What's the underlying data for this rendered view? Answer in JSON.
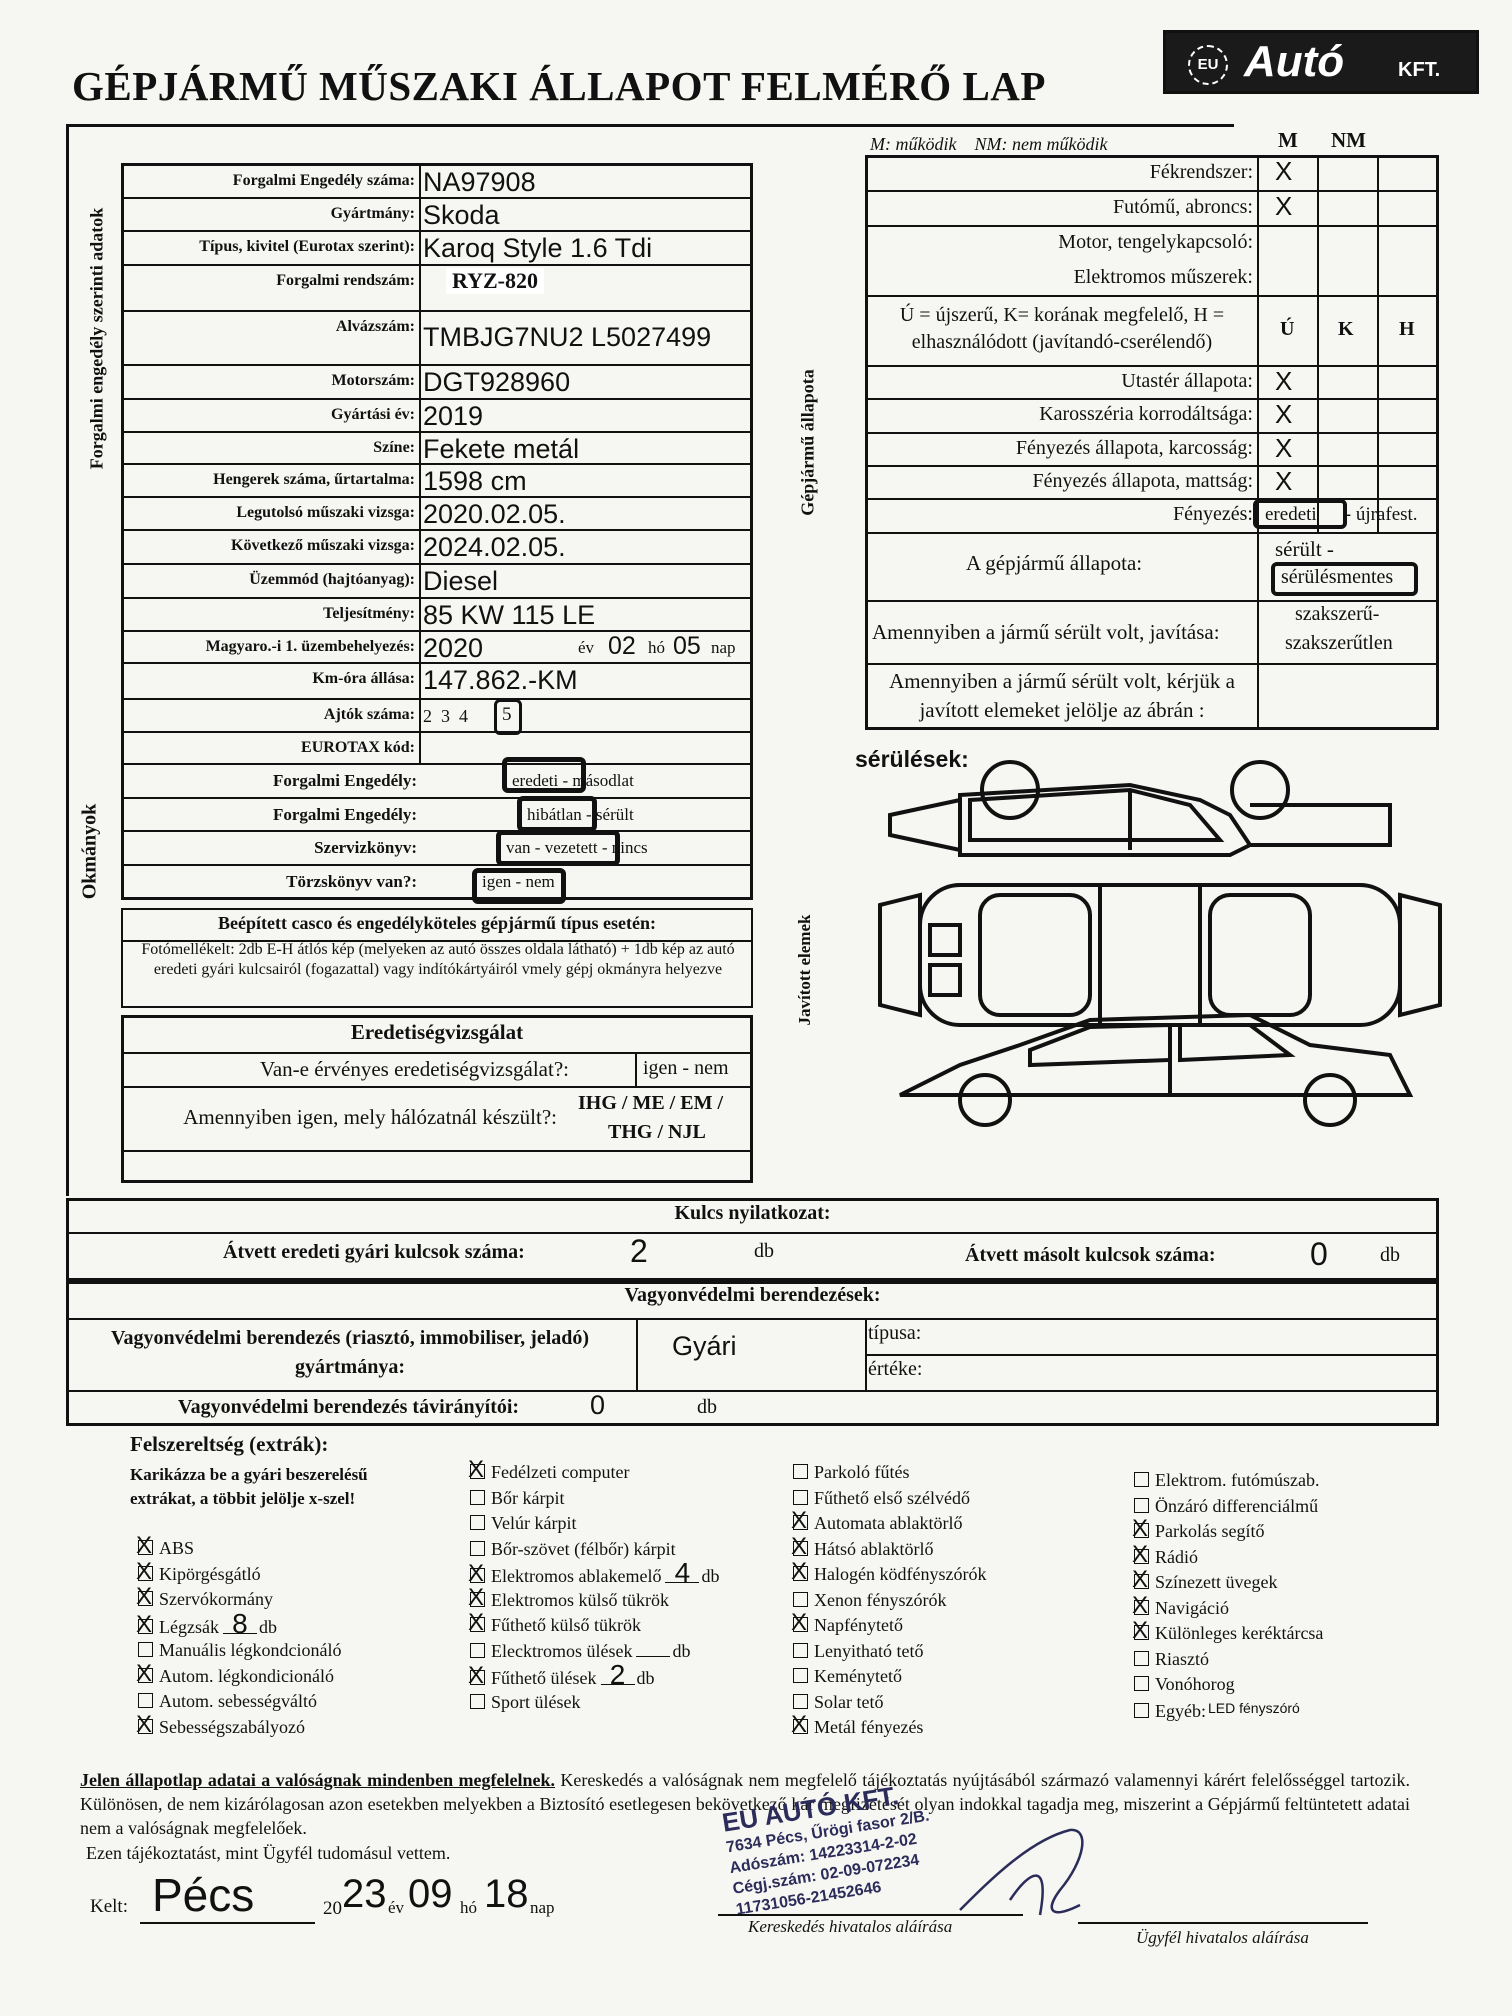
{
  "header": {
    "title": "GÉPJÁRMŰ MŰSZAKI ÁLLAPOT FELMÉRŐ LAP",
    "logo_eu": "EU",
    "logo_brand": "Autó",
    "logo_suffix": "KFT."
  },
  "side_labels": {
    "forgalmi": "Forgalmi engedély szerinti adatok",
    "okmanyok": "Okmányok",
    "allapota": "Gépjármű állapota",
    "javitott": "Javított elemek"
  },
  "vehicle": [
    {
      "label": "Forgalmi Engedély száma:",
      "value": "NA97908"
    },
    {
      "label": "Gyártmány:",
      "value": "Skoda"
    },
    {
      "label": "Típus, kivitel (Eurotax szerint):",
      "value": "Karoq Style 1.6 Tdi"
    },
    {
      "label": "Forgalmi rendszám:",
      "value": "RYZ-820"
    },
    {
      "label": "Alvázszám:",
      "value": "TMBJG7NU2 L5027499"
    },
    {
      "label": "Motorszám:",
      "value": "DGT928960"
    },
    {
      "label": "Gyártási év:",
      "value": "2019"
    },
    {
      "label": "Színe:",
      "value": "Fekete metál"
    },
    {
      "label": "Hengerek száma, űrtartalma:",
      "value": "1598 cm"
    },
    {
      "label": "Legutolsó műszaki vizsga:",
      "value": "2020.02.05."
    },
    {
      "label": "Következő műszaki vizsga:",
      "value": "2024.02.05."
    },
    {
      "label": "Üzemmód (hajtóanyag):",
      "value": "Diesel"
    },
    {
      "label": "Teljesítmény:",
      "value": "85 KW 115 LE"
    },
    {
      "label": "Magyaro.-i 1. üzembehelyezés:",
      "value": "2020"
    },
    {
      "label": "Km-óra állása:",
      "value": "147.862.-KM"
    },
    {
      "label": "Ajtók száma:",
      "value": "2  3  4"
    },
    {
      "label": "EUROTAX kód:",
      "value": ""
    }
  ],
  "first_reg": {
    "ev": "év",
    "month": "02",
    "ho": "hó",
    "day": "05",
    "nap": "nap"
  },
  "doors_selected": "5",
  "documents": [
    {
      "label": "Forgalmi Engedély:",
      "selected": "eredeti",
      "rest": " - másodlat"
    },
    {
      "label": "Forgalmi Engedély:",
      "selected": "hibátlan",
      "rest": " - sérült"
    },
    {
      "label": "Szervizkönyv:",
      "selected": "van - vezetett",
      "rest": " - nincs"
    },
    {
      "label": "Törzskönyv van?:",
      "selected": "igen",
      "rest": " - nem"
    }
  ],
  "casco": {
    "title": "Beépített casco és engedélyköteles gépjármű típus esetén:",
    "text": "Fotómellékelt: 2db E-H átlós kép (melyeken az autó összes oldala látható) + 1db kép az autó eredeti gyári kulcsairól (fogazattal) vagy indítókártyáiról vmely gépj okmányra helyezve"
  },
  "origin": {
    "title": "Eredetiségvizsgálat",
    "q1": "Van-e érvényes eredetiségvizsgálat?:",
    "a1": "igen - nem",
    "q2": "Amennyiben igen, mely hálózatnál készült?:",
    "a2_line1": "IHG / ME / EM /",
    "a2_line2": "THG / NJL"
  },
  "condition": {
    "legend": "M: működik    NM: nem működik",
    "col_m": "M",
    "col_nm": "NM",
    "rows_mnm": [
      {
        "label": "Fékrendszer:",
        "m": "X"
      },
      {
        "label": "Futómű, abroncs:",
        "m": "X"
      },
      {
        "label": "Motor, tengelykapcsoló:",
        "m": ""
      },
      {
        "label": "Elektromos műszerek:",
        "m": ""
      }
    ],
    "ukh_desc": "Ú = újszerű, K= korának megfelelő, H = elhasználódott (javítandó-cserélendő)",
    "col_u": "Ú",
    "col_k": "K",
    "col_h": "H",
    "rows_ukh": [
      {
        "label": "Utastér állapota:",
        "u": "X"
      },
      {
        "label": "Karosszéria korrodáltsága:",
        "u": "X"
      },
      {
        "label": "Fényezés állapota, karcosság:",
        "u": "X"
      },
      {
        "label": "Fényezés állapota, mattság:",
        "u": "X"
      }
    ],
    "paint_label": "Fényezés:",
    "paint_selected": "eredeti",
    "paint_rest": " - újrafest.",
    "state_label": "A gépjármű állapota:",
    "state_opt1": "sérült -",
    "state_selected": "sérülésmentes",
    "repair_label": "Amennyiben a jármű sérült volt, javítása:",
    "repair_opt1": "szakszerű-",
    "repair_opt2": "szakszerűtlen",
    "mark_label": "Amennyiben a jármű sérült volt, kérjük a javított elemeket jelölje az ábrán :",
    "damage_label": "sérülések:"
  },
  "keys": {
    "title": "Kulcs nyilatkozat:",
    "orig_label": "Átvett eredeti gyári kulcsok száma:",
    "orig_count": "2",
    "db": "db",
    "copy_label": "Átvett másolt kulcsok száma:",
    "copy_count": "0"
  },
  "security": {
    "title": "Vagyonvédelmi berendezések:",
    "make_label": "Vagyonvédelmi berendezés (riasztó, immobiliser, jeladó) gyártmánya:",
    "make_value": "Gyári",
    "type_label": "típusa:",
    "value_label": "értéke:",
    "remote_label": "Vagyonvédelmi berendezés távirányítói:",
    "remote_count": "0",
    "db": "db"
  },
  "extras": {
    "title": "Felszereltség (extrák):",
    "instruction": "Karikázza be a gyári beszerelésű extrákat, a többit jelölje x-szel!",
    "col1": [
      {
        "label": "ABS",
        "x": true
      },
      {
        "label": "Kipörgésgátló",
        "x": true
      },
      {
        "label": "Szervókormány",
        "x": true
      },
      {
        "label": "Légzsák",
        "x": true,
        "count": "8",
        "unit": "db"
      },
      {
        "label": "Manuális légkondcionáló",
        "x": false
      },
      {
        "label": "Autom. légkondicionáló",
        "x": true
      },
      {
        "label": "Autom. sebességváltó",
        "x": false
      },
      {
        "label": "Sebességszabályozó",
        "x": true
      }
    ],
    "col2": [
      {
        "label": "Fedélzeti computer",
        "x": true
      },
      {
        "label": "Bőr kárpit",
        "x": false
      },
      {
        "label": "Velúr kárpit",
        "x": false
      },
      {
        "label": "Bőr-szövet (félbőr) kárpit",
        "x": false
      },
      {
        "label": "Elektromos ablakemelő",
        "x": true,
        "count": "4",
        "unit": "db"
      },
      {
        "label": "Elektromos külső tükrök",
        "x": true
      },
      {
        "label": "Fűthető külső tükrök",
        "x": true
      },
      {
        "label": "Elecktromos ülések",
        "x": false,
        "count": "",
        "unit": "db"
      },
      {
        "label": "Fűthető ülések",
        "x": true,
        "count": "2",
        "unit": "db"
      },
      {
        "label": "Sport ülések",
        "x": false
      }
    ],
    "col3": [
      {
        "label": "Parkoló fűtés",
        "x": false
      },
      {
        "label": "Fűthető első szélvédő",
        "x": false
      },
      {
        "label": "Automata ablaktörlő",
        "x": true
      },
      {
        "label": "Hátsó ablaktörlő",
        "x": true
      },
      {
        "label": "Halogén ködfényszórók",
        "x": true
      },
      {
        "label": "Xenon fényszórók",
        "x": false
      },
      {
        "label": "Napfénytető",
        "x": true
      },
      {
        "label": "Lenyitható tető",
        "x": false
      },
      {
        "label": "Keménytető",
        "x": false
      },
      {
        "label": "Solar tető",
        "x": false
      },
      {
        "label": "Metál fényezés",
        "x": true
      }
    ],
    "col4": [
      {
        "label": "Elektrom. futómúszab.",
        "x": false
      },
      {
        "label": "Önzáró differenciálmű",
        "x": false
      },
      {
        "label": "Parkolás segítő",
        "x": true
      },
      {
        "label": "Rádió",
        "x": true
      },
      {
        "label": "Színezett üvegek",
        "x": true
      },
      {
        "label": "Navigáció",
        "x": true
      },
      {
        "label": "Különleges keréktárcsa",
        "x": true
      },
      {
        "label": "Riasztó",
        "x": false
      },
      {
        "label": "Vonóhorog",
        "x": false
      },
      {
        "label": "Egyéb:",
        "x": false,
        "extra": "LED fényszóró"
      }
    ]
  },
  "declaration": {
    "line1_b": "Jelen állapotlap adatai a valóságnak mindenben megfelelnek.",
    "line1_rest": " Kereskedés a valóságnak nem megfelelő tájékoztatás nyújtásából származó valamennyi kárért felelősséggel tartozik. Különösen, de nem kizárólagosan azon esetekben melyekben a Biztosító esetlegesen bekövetkező kár megfizetését olyan indokkal tagadja meg, miszerint a Gépjármű feltüntetett adatai nem a valóságnak megfelelőek.",
    "line2": "Ezen tájékoztatást, mint Ügyfél tudomásul vettem."
  },
  "signature": {
    "kelt": "Kelt:",
    "place": "Pécs",
    "year_prefix": "20",
    "year": "23",
    "ev": "év",
    "month": "09",
    "ho": "hó",
    "day": "18",
    "nap": "nap",
    "stamp_l1": "EU AUTÓ KFT.",
    "stamp_l2": "7634 Pécs, Űrögi fasor 2/B.",
    "stamp_l3": "Adószám: 14223314-2-02",
    "stamp_l4": "Cégj.szám: 02-09-072234",
    "stamp_l5": "11731056-21452646",
    "dealer_sig": "Kereskedés hivatalos aláírása",
    "client_sig": "Ügyfél hivatalos aláírása"
  }
}
